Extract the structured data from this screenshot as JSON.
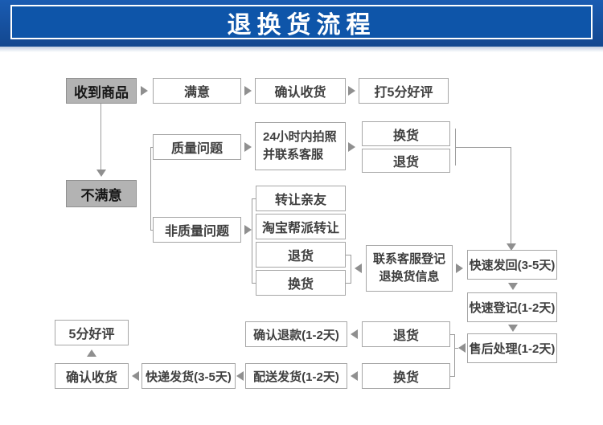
{
  "header": {
    "title": "退换货流程"
  },
  "colors": {
    "banner_blue": "#0e55a9",
    "banner_blue_dark": "#13478f",
    "banner_border_white": "#ffffff",
    "box_border_gray": "#a6a6a6",
    "gray_box_bg": "#b3b3b3",
    "arrow_gray": "#8f8f8f",
    "text_dark": "#3f3f3f"
  },
  "nodes": {
    "received_goods": {
      "label": "收到商品"
    },
    "satisfied": {
      "label": "满意"
    },
    "confirm_receipt_top": {
      "label": "确认收货"
    },
    "rate_five_stars": {
      "label": "打5分好评"
    },
    "unsatisfied": {
      "label": "不满意"
    },
    "quality_issue": {
      "label": "质量问题"
    },
    "photo_within_24h": {
      "line1": "24小时内拍照",
      "line2": "并联系客服"
    },
    "exchange_quality": {
      "label": "换货"
    },
    "return_quality": {
      "label": "退货"
    },
    "non_quality_issue": {
      "label": "非质量问题"
    },
    "transfer_to_friends": {
      "label": "转让亲友"
    },
    "taobao_group_transfer": {
      "label": "淘宝帮派转让"
    },
    "return_non_quality": {
      "label": "退货"
    },
    "exchange_non_quality": {
      "label": "换货"
    },
    "contact_service": {
      "line1": "联系客服登记",
      "line2": "退换货信息"
    },
    "fast_send_back": {
      "label": "快速发回(3-5天)"
    },
    "fast_register": {
      "label": "快速登记(1-2天)"
    },
    "after_sales": {
      "label": "售后处理(1-2天)"
    },
    "return_bottom": {
      "label": "退货"
    },
    "confirm_refund": {
      "label": "确认退款(1-2天)"
    },
    "exchange_bottom": {
      "label": "换货"
    },
    "dispatch_delivery": {
      "label": "配送发货(1-2天)"
    },
    "express_delivery": {
      "label": "快递发货(3-5天)"
    },
    "confirm_receipt_bottom": {
      "label": "确认收货"
    },
    "five_star_review": {
      "label": "5分好评"
    }
  },
  "edges": [
    "收到商品 → 满意 → 确认收货 → 打5分好评",
    "收到商品 → 不满意",
    "不满意 → 质量问题 / 非质量问题",
    "质量问题 → 24小时内拍照并联系客服 → 换货/退货 → 快速发回(3-5天)",
    "非质量问题 → 转让亲友 / 淘宝帮派转让 / 退货 / 换货",
    "联系客服登记退换货信息 → 退货/换货",
    "联系客服登记退换货信息 → 快速发回(3-5天)",
    "快速发回(3-5天) → 快速登记(1-2天) → 售后处理(1-2天) → 退货/换货",
    "退货 → 确认退款(1-2天)",
    "换货 → 配送发货(1-2天) → 快递发货(3-5天) → 确认收货 → 5分好评"
  ]
}
